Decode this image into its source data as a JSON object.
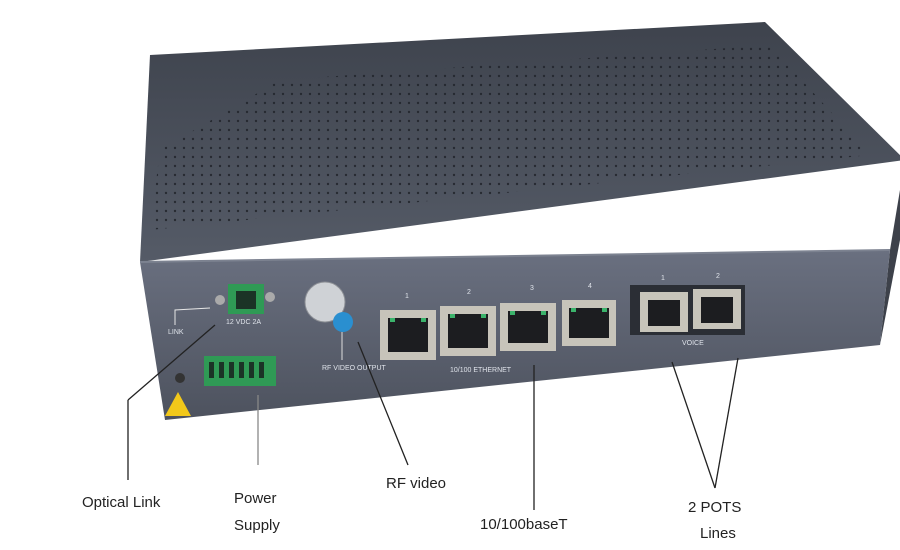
{
  "device_labels": {
    "link": "LINK",
    "power_rating": "12 VDC 2A",
    "rf_output": "RF VIDEO OUTPUT",
    "ethernet": "10/100 ETHERNET",
    "voice": "VOICE",
    "eth_ports": [
      "1",
      "2",
      "3",
      "4"
    ],
    "voice_ports": [
      "1",
      "2"
    ]
  },
  "callouts": {
    "optical_link": "Optical Link",
    "power_supply_line1": "Power",
    "power_supply_line2": "Supply",
    "rf_video": "RF video",
    "ethernet": "10/100baseT",
    "pots_line1": "2 POTS",
    "pots_line2": "Lines"
  },
  "colors": {
    "chassis_top": "#4a505c",
    "chassis_front": "#5c6270",
    "connector_green": "#2f9a55",
    "coax_blue": "#2a8fd0"
  }
}
